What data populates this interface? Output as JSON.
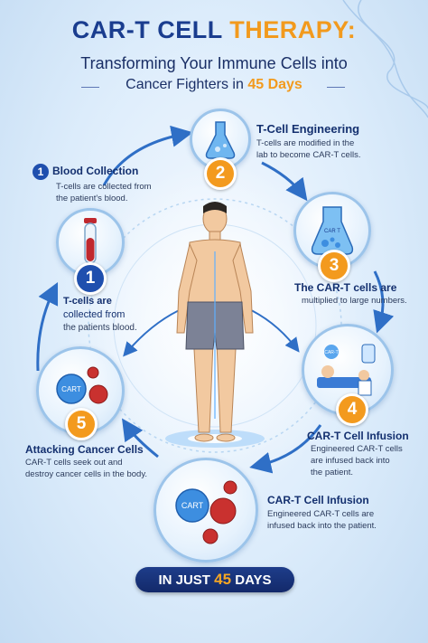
{
  "header": {
    "title_part1": "CAR-T CELL",
    "title_part2": "THERAPY:",
    "subtitle_line1": "Transforming Your Immune Cells into",
    "subtitle_line2_prefix": "Cancer Fighters in",
    "subtitle_line2_days": "45 Days"
  },
  "steps": {
    "blood": {
      "num": "1",
      "title": "Blood Collection",
      "desc1": "T-cells are collected from",
      "desc2": "the patient's blood.",
      "desc_b1": "T-cells are",
      "desc_b2": "collected from",
      "desc_b3": "the patients blood."
    },
    "engineering": {
      "num": "2",
      "title": "T-Cell Engineering",
      "desc1": "T-cells are modified in the",
      "desc2": "lab to become CAR-T cells."
    },
    "multiply": {
      "num": "3",
      "title": "The CAR-T cells are",
      "desc1": "multiplied to large numbers."
    },
    "infusion": {
      "num": "4",
      "title": "CAR-T Cell Infusion",
      "desc1": "Engineered CAR-T cells",
      "desc2": "are infused back into",
      "desc3": "the patient."
    },
    "infusion_bottom": {
      "title": "CAR-T Cell Infusion",
      "desc1": "Engineered CAR-T cells are",
      "desc2": "infused back into the patient."
    },
    "attack": {
      "num": "5",
      "title": "Attacking Cancer Cells",
      "desc1": "CAR-T cells seek out and",
      "desc2": "destroy cancer cells in the body."
    }
  },
  "labels": {
    "cart": "CART",
    "cart_small": "CAR-T",
    "flask_label": "CAR T"
  },
  "banner": {
    "prefix": "IN JUST",
    "days": "45",
    "suffix": "DAYS"
  },
  "colors": {
    "navy": "#1a3d8f",
    "orange": "#f29a1d",
    "ring": "#2f6fc6"
  }
}
